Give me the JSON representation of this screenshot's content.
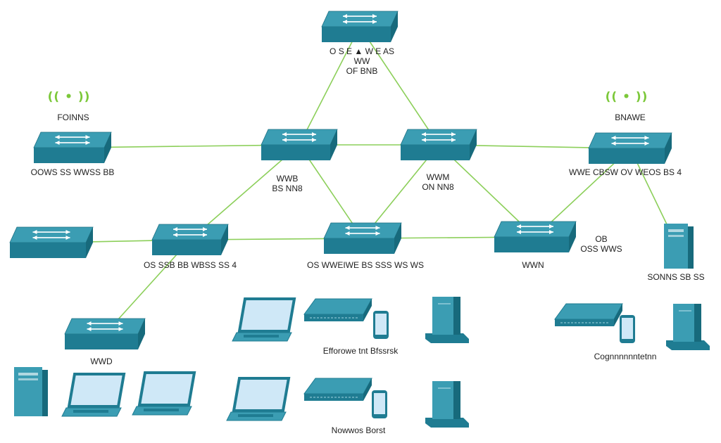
{
  "colors": {
    "link": "#8ccf5a",
    "device_top": "#3b9db3",
    "device_front": "#1f7c92",
    "device_side": "#176a7c",
    "screen": "#cfe8f7",
    "wifi": "#7cc83a"
  },
  "icons": {
    "switch": "switch-icon",
    "laptop": "laptop-icon",
    "server": "server-icon",
    "rack": "rack-device-icon",
    "phone": "phone-icon",
    "wifi": "wifi-icon"
  },
  "labels": {
    "core_switch": [
      "O S E ▲ W E AS",
      "WW",
      "OF BNB"
    ],
    "left_wifi": "(( • ))",
    "left_top_label": "FOINNS",
    "left_switch": "OOWS SS WWSS BB",
    "center_left": [
      "WWB",
      "BS NN8"
    ],
    "center_right": [
      "WWM",
      "ON NN8"
    ],
    "right_wifi": "(( • ))",
    "right_top_label": "BNAWE",
    "right_switch": "WWE CBSW OV WEOS BS 4",
    "mid_left": "OS SSB BB WBSS SS 4",
    "mid_center": "OS WWEIWE BS SSS WS WS",
    "mid_right": "WWN",
    "mid_right2": [
      "OB",
      "OSS WWS"
    ],
    "server_right": "SONNS SB SS",
    "access_switch": "WWD",
    "group_center_top": "Efforowe tnt Bfssrsk",
    "group_center_bottom": "Nowwos Borst",
    "group_right": "Cognnnnnntetnn"
  }
}
